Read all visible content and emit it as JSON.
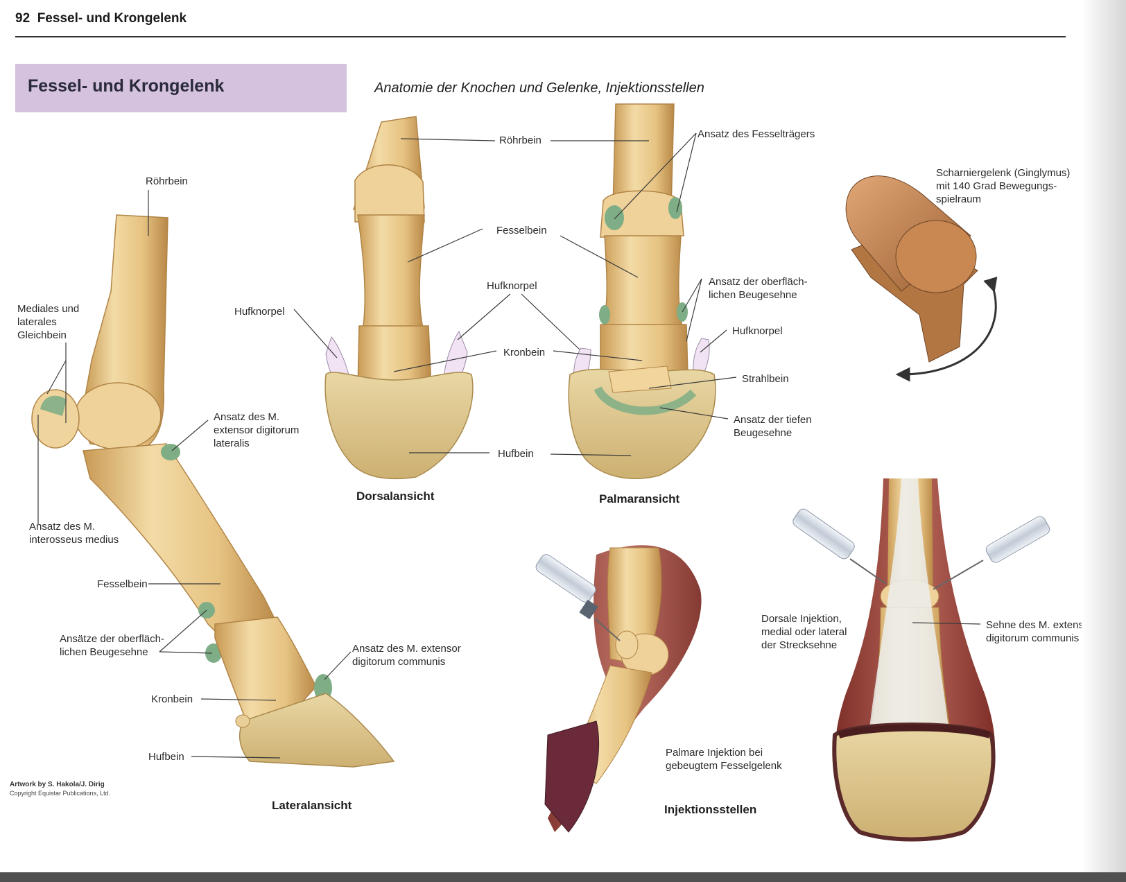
{
  "header": {
    "page_number": "92",
    "running_title": "Fessel- und Krongelenk"
  },
  "title_box": {
    "title": "Fessel- und Krongelenk",
    "color": "#d4c2df"
  },
  "figure": {
    "subtitle": "Anatomie der Knochen und Gelenke, Injektionsstellen",
    "colors": {
      "bone": "#e9c98a",
      "bone_shadow": "#c79a55",
      "hoof": "#dcc68d",
      "cartilage": "#f1e3f3",
      "insertion": "#7fae86",
      "leader_line": "#3a3a3a",
      "hinge": "#c98852",
      "tissue": "#a14f45"
    },
    "lateral_view": {
      "caption": "Lateralansicht",
      "labels": {
        "roehrbein": "Röhrbein",
        "gleichbein": [
          "Mediales und",
          "laterales",
          "Gleichbein"
        ],
        "extensor_lateralis": [
          "Ansatz des M.",
          "extensor digitorum",
          "lateralis"
        ],
        "interosseus": [
          "Ansatz des M.",
          "interosseus medius"
        ],
        "fesselbein": "Fesselbein",
        "beugesehne": [
          "Ansätze der oberfläch-",
          "lichen Beugesehne"
        ],
        "extensor_communis": [
          "Ansatz des M. extensor",
          "digitorum communis"
        ],
        "kronbein": "Kronbein",
        "hufbein": "Hufbein"
      }
    },
    "dorsal_palmar_view": {
      "caption_dorsal": "Dorsalansicht",
      "caption_palmar": "Palmaransicht",
      "labels": {
        "roehrbein": "Röhrbein",
        "fesseltraeger": "Ansatz des Fesselträgers",
        "fesselbein": "Fesselbein",
        "hufknorpel_center": "Hufknorpel",
        "hufknorpel_left": "Hufknorpel",
        "oberfl_beugesehne": [
          "Ansatz der oberfläch-",
          "lichen Beugesehne"
        ],
        "hufknorpel_right": "Hufknorpel",
        "kronbein": "Kronbein",
        "strahlbein": "Strahlbein",
        "tiefe_beugesehne": [
          "Ansatz der tiefen",
          "Beugesehne"
        ],
        "hufbein": "Hufbein"
      }
    },
    "hinge_joint": {
      "labels": [
        "Scharniergelenk (Ginglymus)",
        "mit 140 Grad Bewegungs-",
        "spielraum"
      ],
      "range_degrees": 140
    },
    "injection_sites": {
      "caption": "Injektionsstellen",
      "palmar_label": [
        "Palmare Injektion bei",
        "gebeugtem Fesselgelenk"
      ],
      "dorsal_label": [
        "Dorsale Injektion,",
        "medial oder lateral",
        "der Strecksehne"
      ],
      "tendon_label": [
        "Sehne des M. extensor",
        "digitorum communis"
      ]
    },
    "credit": {
      "line1": "Artwork by S. Hakola/J. Dirig",
      "line2": "Copyright Equistar Publications, Ltd."
    }
  }
}
